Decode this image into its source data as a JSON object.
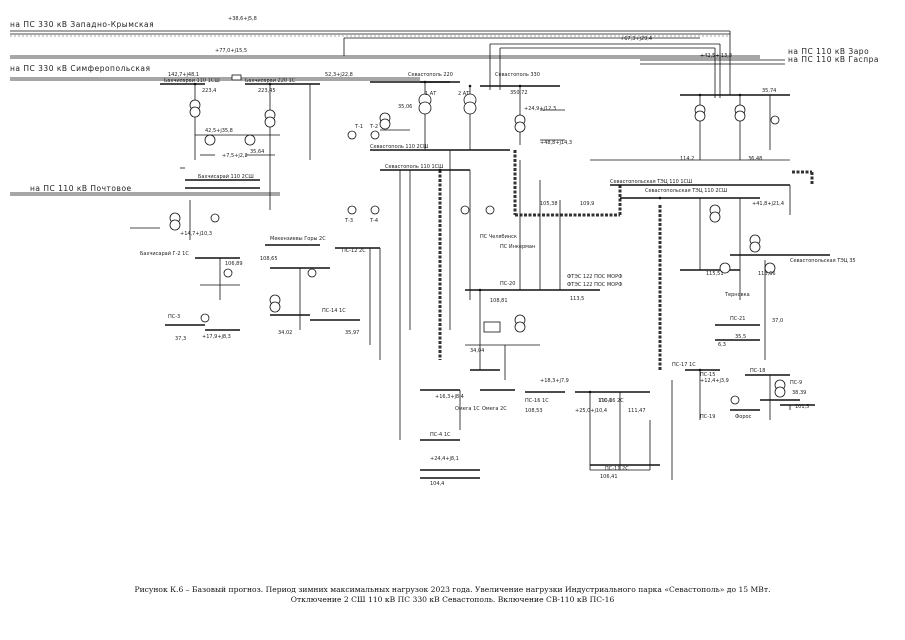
{
  "feeders": {
    "west_crimea": "на ПС 330 кВ Западно-Крымская",
    "simferopol": "на ПС 330 кВ Симферопольская",
    "pochtovoe": "на ПС 110 кВ Почтовое",
    "zaro": "на ПС 110 кВ Заро",
    "gaspra": "на ПС 110 кВ Гаспра"
  },
  "substations": {
    "sev220": "Севастополь 220",
    "sev330": "Севастополь 330",
    "sev110_2": "Севастополь 110 2СШ",
    "sev110_1": "Севастополь 110 1СШ",
    "inkerman": "ПС Инкерман",
    "sevcity_1": "Севастопольская ТЭЦ 110 1СШ",
    "sevcity_2": "Севастопольская ТЭЦ 110 2СШ",
    "sevcity_35": "Севастопольская ТЭЦ 35",
    "bakhch_1": "Бахчисарай 110 1СШ",
    "bakhch_2": "Бахчисарай 110 2СШ",
    "bakhch_220": "Бахчисарай 220 1С",
    "bakhch_g2": "Бахчисарай Г-2 1С",
    "mekenzievy": "Мекензиевы Горы 2С",
    "ps12": "ПС-12 2С",
    "ps14": "ПС-14 1С",
    "ps15": "ПС-15",
    "ps16": "ПС-16 1С",
    "ps16_2": "ПС-16 2С",
    "ps18": "ПС-18",
    "ps19": "ПС-19",
    "ps20": "ПС-20",
    "ps21": "ПС-21",
    "ps4": "ПС-4 1С",
    "ps11": "ПС-11 2С",
    "ps17": "ПС-17 1С",
    "ps9": "ПС-9",
    "ps3": "ПС-3",
    "ternovka": "Терновка",
    "foros": "Форос",
    "omega1": "Омега 1С",
    "omega2": "Омега 2С",
    "ftes_1": "ФТЭС 122 ПОС МОРФ",
    "ftes_2": "ФТЭС 122 ПОС МОРФ",
    "chelyabinsk": "ПС Челябинск"
  },
  "transformers": {
    "at1": "1 АТ",
    "at2": "2 АТ",
    "t1": "Т-1",
    "t2": "Т-2",
    "t3": "Т-3",
    "t4": "Т-4"
  },
  "flows": {
    "f1": "+38,6+j5,8",
    "f2": "42,5+j35,8",
    "f3": "+77,0+j15,5",
    "f4": "+14,7+j10,3",
    "f5": "52,3+j22,8",
    "f6": "142,7+j48,1",
    "f7": "+67,3+j29,4",
    "f8": "+42,5+j13,8",
    "f9": "+41,8+j21,4",
    "f10": "+17,9+j8,3",
    "f11": "+7,5+j2,2",
    "f12": "+24,9+j12,3",
    "f13": "+48,8+j14,3",
    "f14": "+18,3+j7,9",
    "f15": "+12,4+j3,9",
    "f16": "+25,0+j10,4",
    "f17": "+16,3+j8,4",
    "f18": "+24,4+j8,1"
  },
  "voltages": {
    "v1": "223,4",
    "v2": "223,45",
    "v3": "350,72",
    "v4": "115,51",
    "v5": "113,66",
    "v6": "35,64",
    "v7": "35,06",
    "v8": "114,2",
    "v9": "105,38",
    "v10": "109,9",
    "v11": "108,81",
    "v12": "34,04",
    "v13": "106,89",
    "v14": "108,65",
    "v15": "37,3",
    "v16": "36,48",
    "v17": "35,74",
    "v18": "108,53",
    "v19": "110,0",
    "v20": "111,47",
    "v21": "35,5",
    "v22": "37,0",
    "v23": "6,3",
    "v24": "38,39",
    "v25": "34,02",
    "v26": "35,97",
    "v27": "104,4",
    "v28": "106,41",
    "v29": "113,5",
    "v30": "101,5"
  },
  "caption": {
    "line1": "Рисунок К.6 – Базовый прогноз. Период зимних максимальных нагрузок 2023 года. Увеличение нагрузки Индустриального парка «Севастополь» до 15 МВт.",
    "line2": "Отключение 2 СШ 110 кВ ПС 330 кВ Севастополь. Включение СВ-110 кВ ПС-16"
  }
}
